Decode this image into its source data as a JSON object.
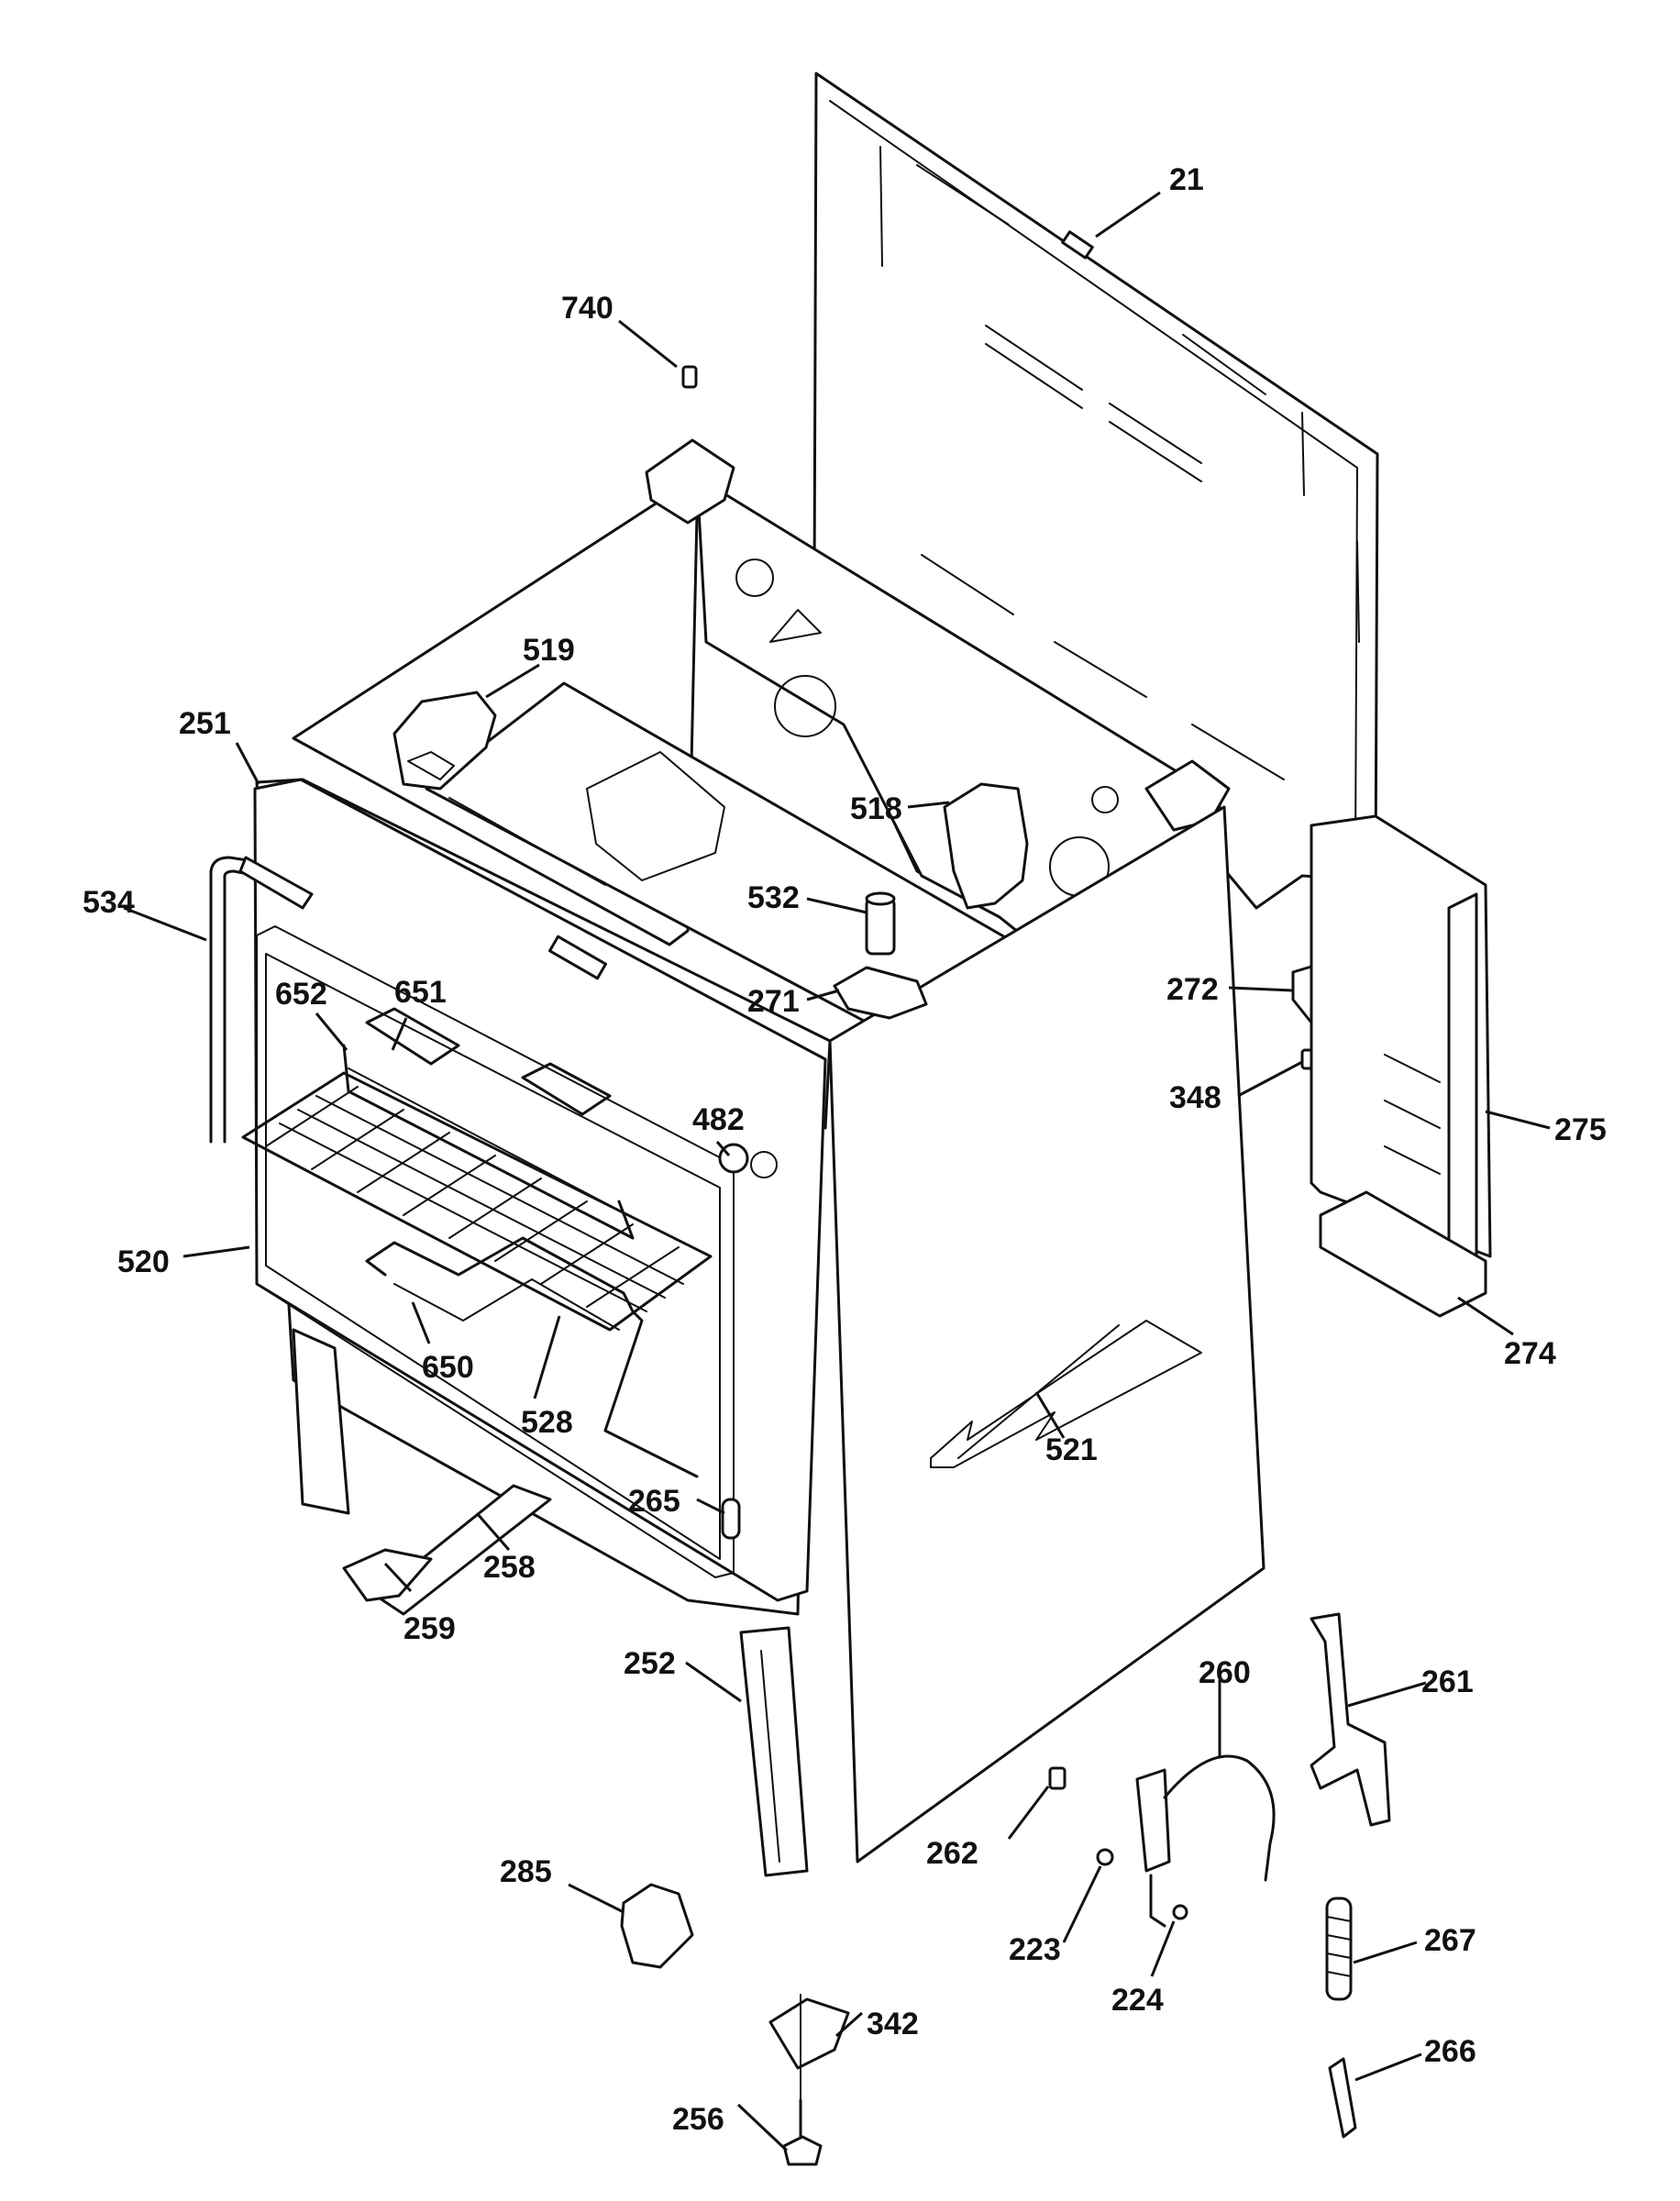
{
  "diagram": {
    "part_labels": [
      "21",
      "740",
      "519",
      "251",
      "534",
      "518",
      "532",
      "271",
      "652",
      "651",
      "482",
      "520",
      "650",
      "528",
      "265",
      "258",
      "259",
      "252",
      "521",
      "272",
      "348",
      "275",
      "274",
      "260",
      "261",
      "262",
      "223",
      "224",
      "267",
      "266",
      "285",
      "342",
      "256"
    ]
  }
}
